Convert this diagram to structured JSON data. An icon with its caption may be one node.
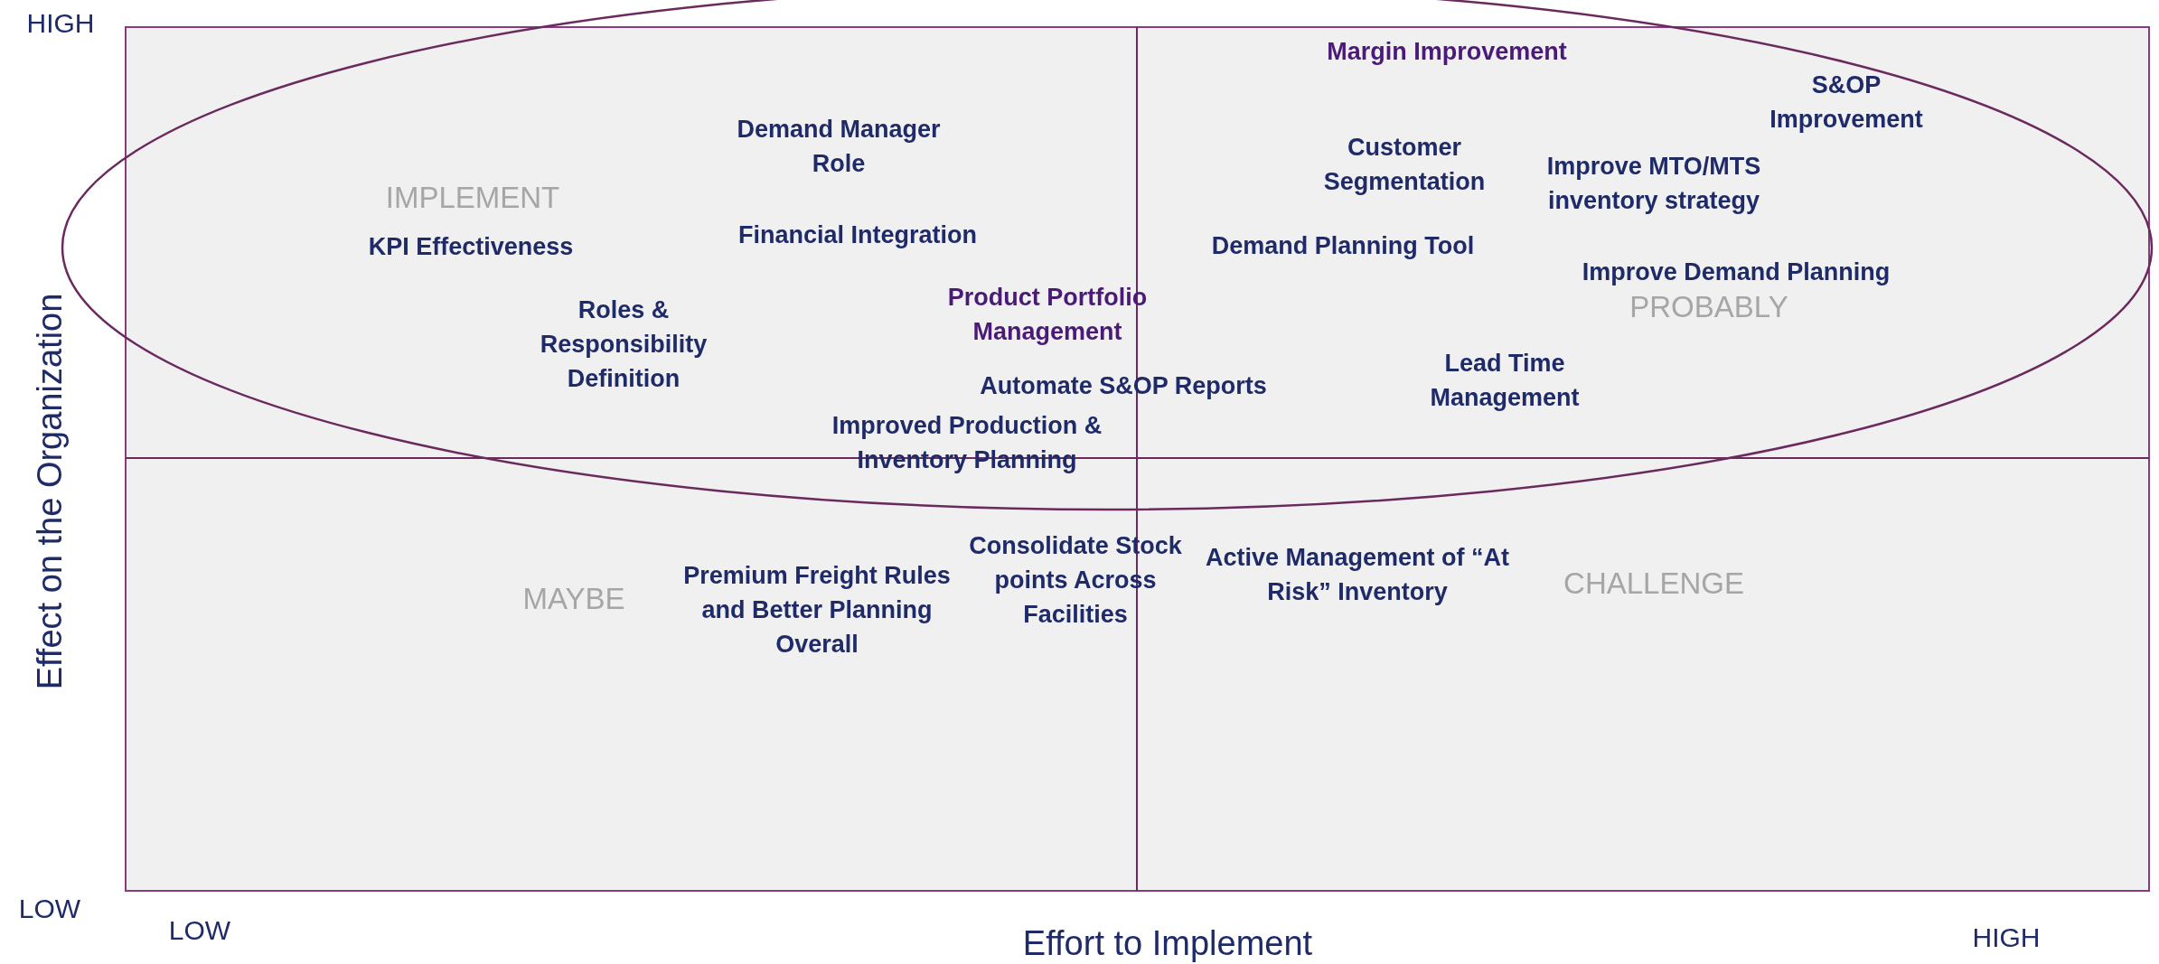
{
  "diagram": {
    "labels": [
      "HIGH",
      "Margin Improvement",
      "S&OP Improvement",
      "Demand Manager Role",
      "Customer Segmentation",
      "IMPLEMENT",
      "Improve MTO/MTS inventory strategy",
      "KPI Effectiveness",
      "Financial Integration",
      "Demand Planning Tool",
      "Improve Demand Planning",
      "Effect on the Organization",
      "Product Portfolio Management",
      "Roles & Responsibility Definition",
      "PROBABLY",
      "Lead Time Management",
      "Automate S&OP Reports",
      "Improved Production & Inventory Planning",
      "Consolidate Stock points Across Facilities",
      "Active Management of “At Risk” Inventory",
      "MAYBE",
      "CHALLENGE",
      "Premium Freight Rules and Better Planning Overall",
      "LOW",
      "LOW",
      "Effort to Implement",
      "HIGH"
    ]
  }
}
